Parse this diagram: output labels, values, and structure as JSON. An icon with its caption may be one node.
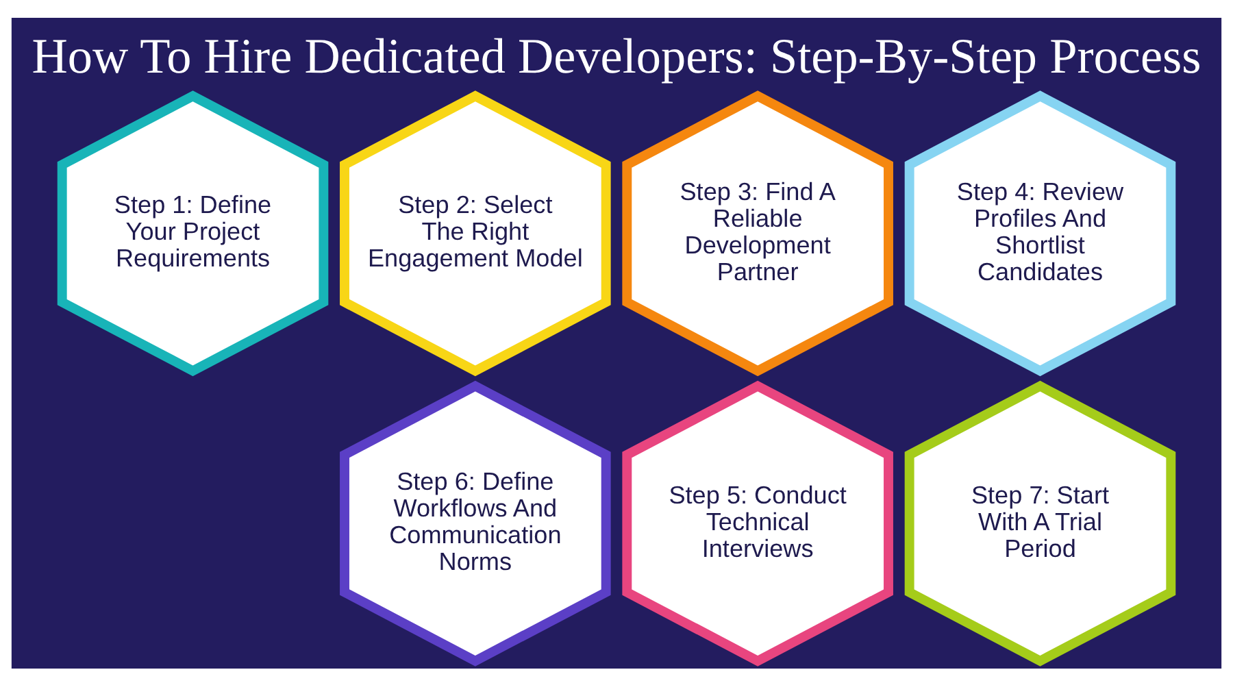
{
  "diagram": {
    "title": "How To Hire Dedicated Developers: Step-By-Step Process",
    "nodes": [
      {
        "text": [
          "Step 1: Define Your Project Requirements"
        ]
      },
      {
        "text": [
          "Step 2: Select The Right Engagement Model"
        ]
      },
      {
        "text": [
          "Step 3: Find A Reliable Development Partner"
        ]
      },
      {
        "text": [
          "Step 4: Review Profiles And Shortlist Candidates"
        ]
      },
      {
        "text": [
          "Step 5: Conduct Technical Interviews"
        ]
      },
      {
        "text": [
          "Step 6: Define Workflows And Communication Norms"
        ]
      },
      {
        "text": [
          "Step 7: Start With A Trial Period"
        ]
      }
    ],
    "edges": []
  }
}
